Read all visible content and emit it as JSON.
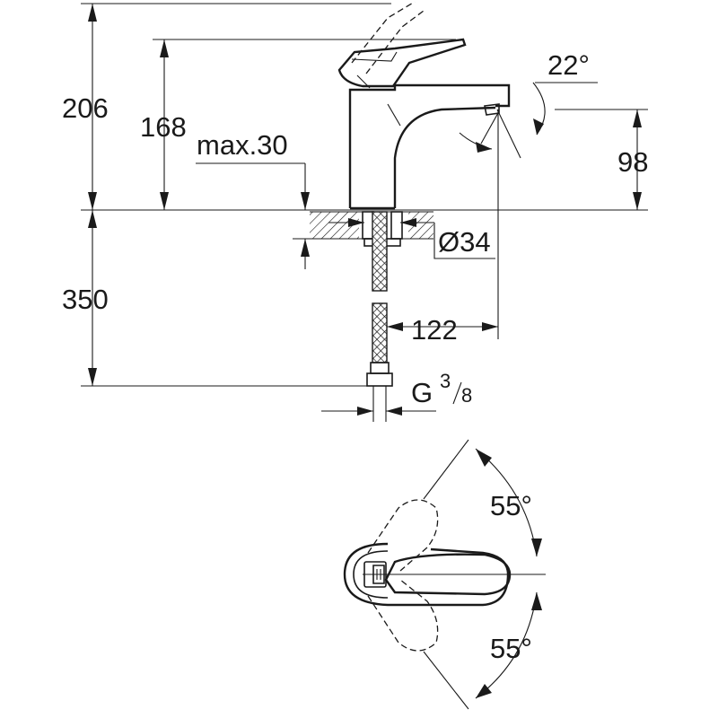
{
  "dimensions": {
    "total_height": "206",
    "spout_height": "168",
    "max_thickness": "max.30",
    "spout_angle": "22°",
    "outlet_height": "98",
    "hole_diameter": "Ø34",
    "hose_length": "350",
    "spout_reach": "122",
    "thread_prefix": "G",
    "thread_num": "3",
    "thread_den": "8"
  },
  "rotation": {
    "angle_up": "55°",
    "angle_down": "55°"
  }
}
